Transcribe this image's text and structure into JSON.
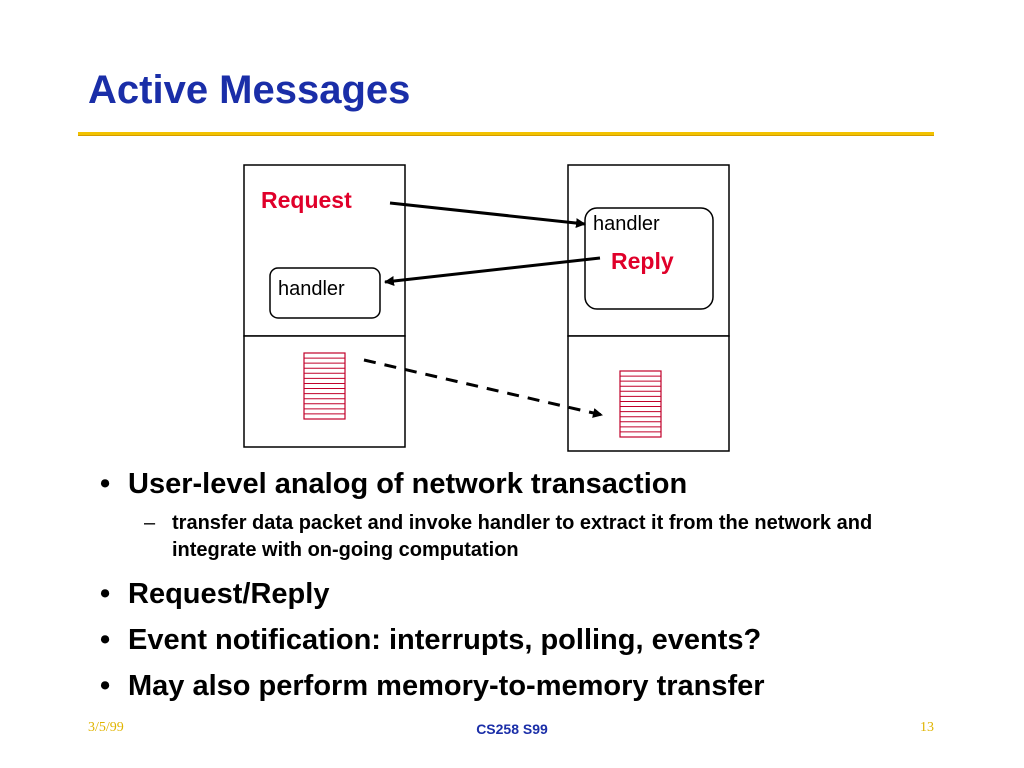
{
  "slide": {
    "title": "Active Messages"
  },
  "diagram": {
    "request_label": "Request",
    "reply_label": "Reply",
    "left_handler_label": "handler",
    "right_handler_label": "handler"
  },
  "bullets": [
    {
      "text": "User-level analog of network transaction",
      "subitems": [
        "transfer data packet and invoke handler to extract it from the network and integrate with on-going computation"
      ]
    },
    {
      "text": "Request/Reply"
    },
    {
      "text": "Event notification: interrupts, polling, events?"
    },
    {
      "text": "May also perform memory-to-memory transfer"
    }
  ],
  "footer": {
    "date": "3/5/99",
    "course": "CS258 S99",
    "page": "13"
  },
  "colors": {
    "title": "#1a2ea8",
    "rule": "#f2c200",
    "label_red": "#e0002a",
    "footer_gold": "#e0b400"
  }
}
